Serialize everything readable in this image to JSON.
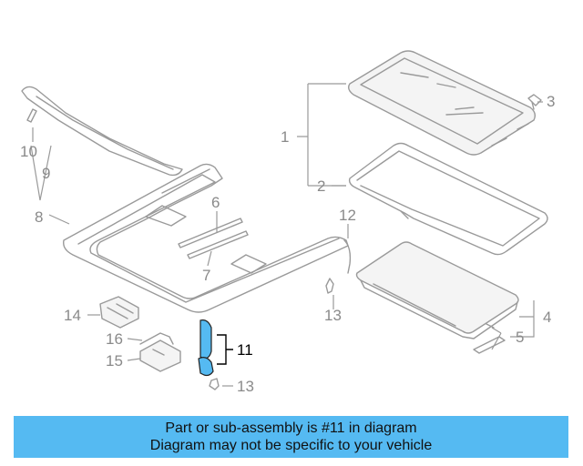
{
  "callouts": {
    "c1": "1",
    "c2": "2",
    "c3": "3",
    "c4": "4",
    "c5": "5",
    "c6": "6",
    "c7": "7",
    "c8": "8",
    "c9": "9",
    "c10": "10",
    "c11": "11",
    "c12": "12",
    "c13a": "13",
    "c13b": "13",
    "c14": "14",
    "c15": "15",
    "c16": "16"
  },
  "highlighted_part": "11",
  "colors": {
    "highlight": "#55baf2",
    "banner": "#55baf2",
    "line": "#9a9a9a"
  },
  "banner": {
    "line1": "Part or sub-assembly is #11 in diagram",
    "line2": "Diagram may not be specific to your vehicle"
  }
}
